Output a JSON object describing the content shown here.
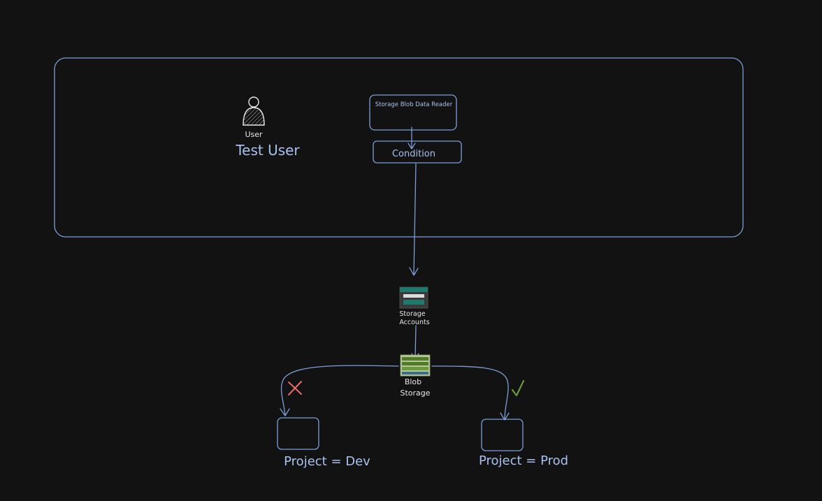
{
  "user": {
    "icon_label": "User",
    "name": "Test User"
  },
  "role": {
    "label": "Storage Blob Data Reader"
  },
  "condition": {
    "label": "Condition"
  },
  "storage_accounts": {
    "label_line1": "Storage",
    "label_line2": "Accounts"
  },
  "blob_storage": {
    "label_line1": "Blob",
    "label_line2": "Storage"
  },
  "dev_target": {
    "label": "Project = Dev",
    "status": "denied"
  },
  "prod_target": {
    "label": "Project = Prod",
    "status": "allowed"
  },
  "colors": {
    "background": "#121212",
    "stroke": "#7d9fd6",
    "text_blue": "#a9c1ef",
    "deny": "#e86a6a",
    "allow": "#6a9a3a",
    "storage_teal": "#1f7a6d",
    "blob_green": "#4f7d25"
  }
}
